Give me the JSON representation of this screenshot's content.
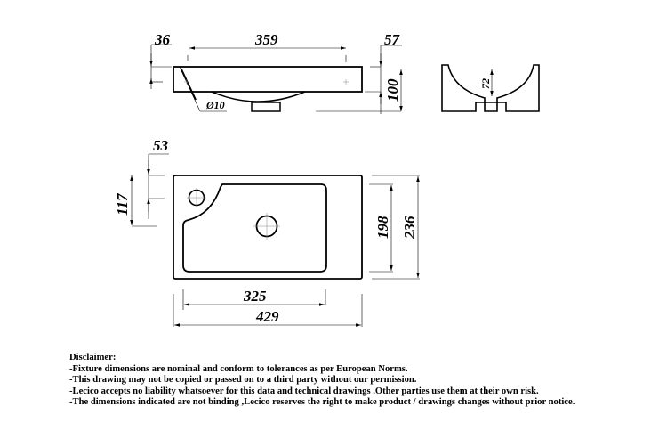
{
  "drawing": {
    "top_view": {
      "dim_left_offset": "36",
      "dim_width": "359",
      "dim_right_offset": "57",
      "dim_height": "100",
      "hole_diameter": "Ø10"
    },
    "side_view": {
      "dim_depth": "72"
    },
    "plan_view": {
      "dim_hole_offset": "53",
      "dim_hole_from_top": "117",
      "dim_bowl_depth": "198",
      "dim_total_depth": "236",
      "dim_bowl_width": "325",
      "dim_total_width": "429"
    }
  },
  "disclaimer": {
    "title": "Disclaimer:",
    "lines": [
      "-Fixture dimensions are nominal and conform to tolerances as per European Norms.",
      "-This drawing may not be copied or passed on to a third party without our permission.",
      "-Lecico accepts no liability whatsoever for this data and technical drawings .Other parties use them at their own risk.",
      "-The dimensions indicated are not binding ,Lecico reserves the right to make product / drawings changes without prior notice."
    ]
  }
}
